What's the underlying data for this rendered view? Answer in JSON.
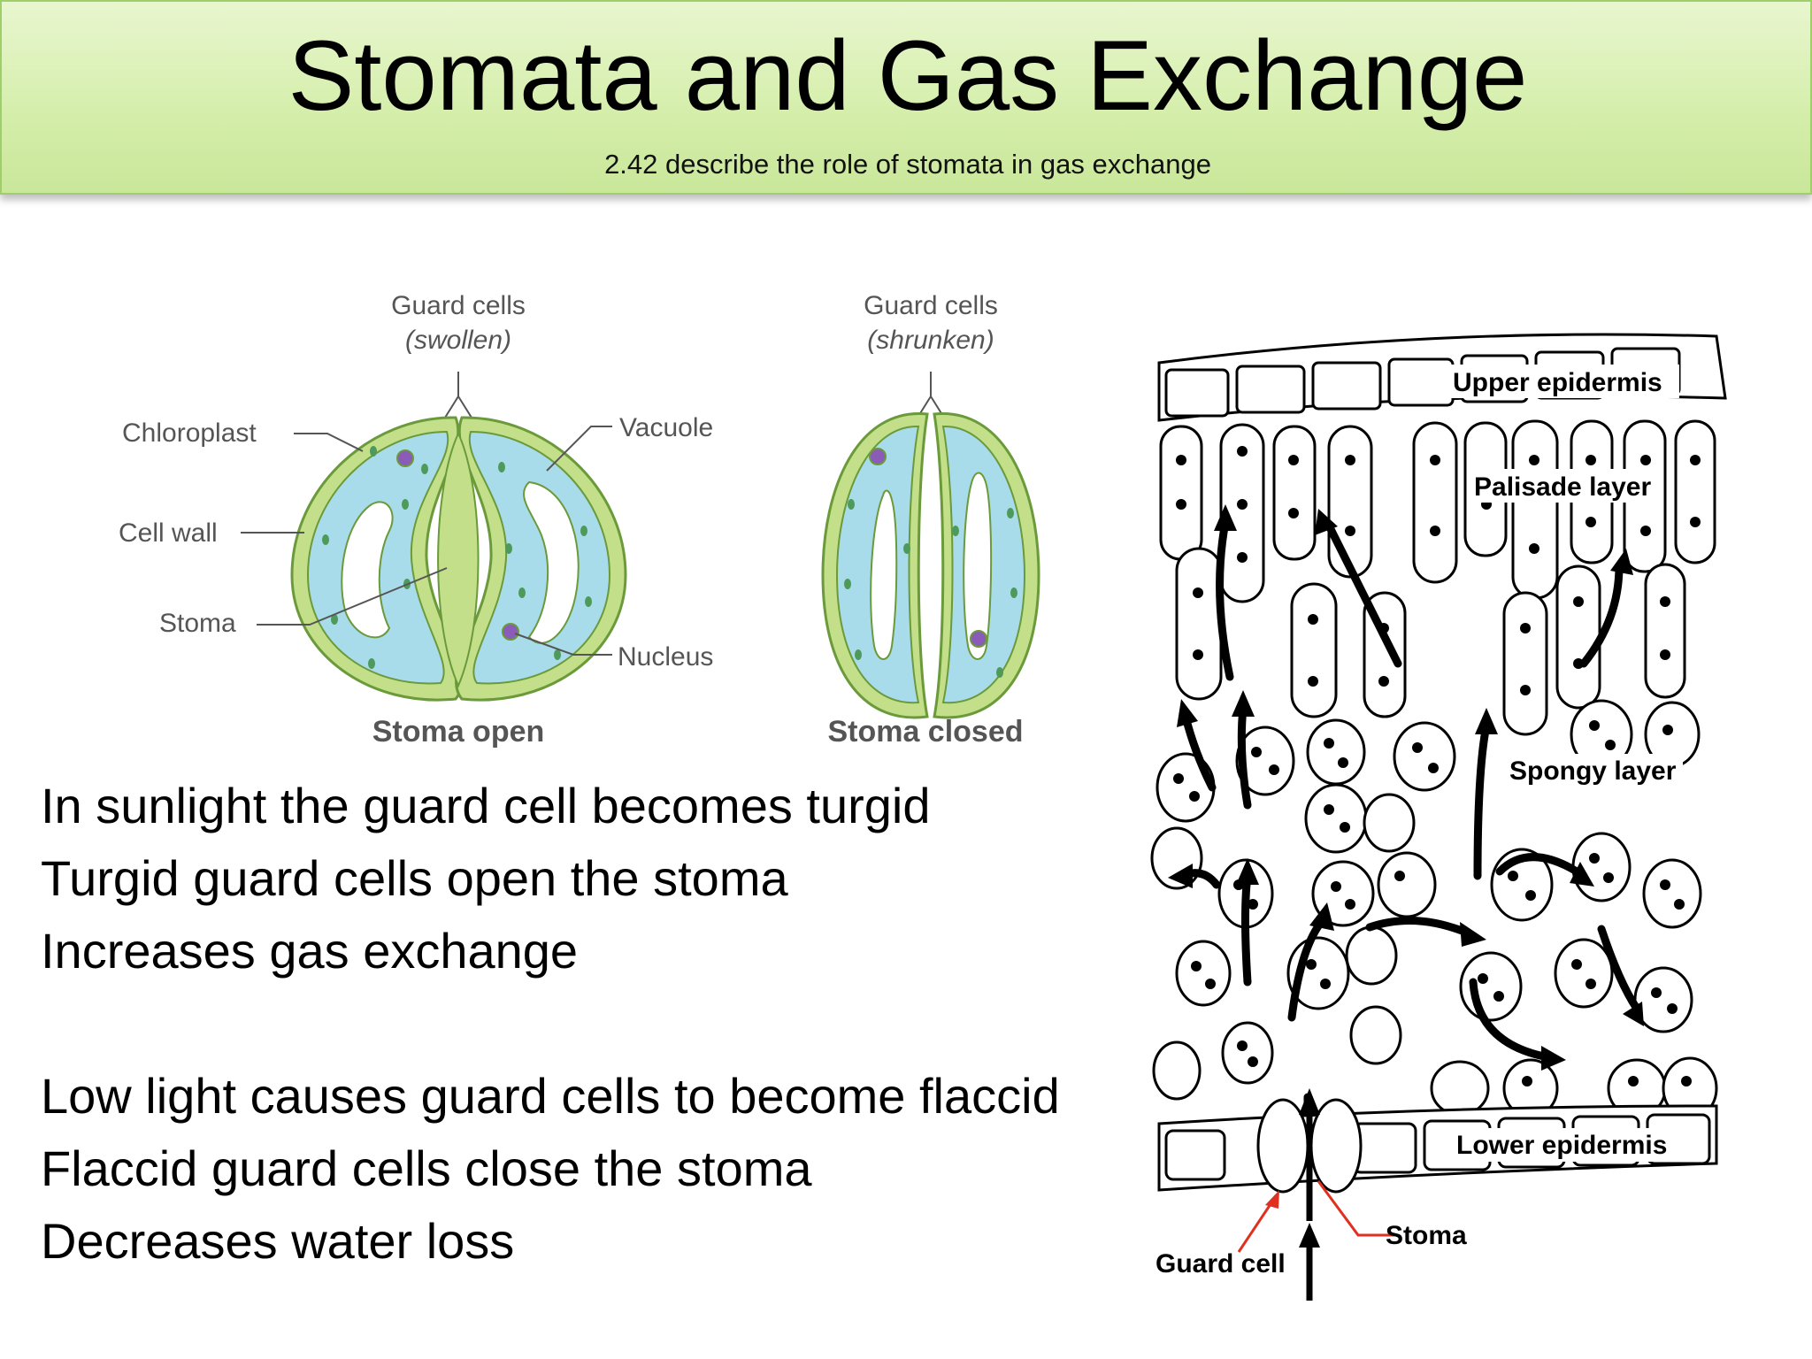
{
  "slide": {
    "title": "Stomata and Gas Exchange",
    "subtitle": "2.42 describe the role of stomata in gas exchange"
  },
  "stoma_figure": {
    "open": {
      "header_line1": "Guard cells",
      "header_line2": "(swollen)",
      "caption": "Stoma open",
      "labels": {
        "chloroplast": "Chloroplast",
        "cell_wall": "Cell wall",
        "stoma": "Stoma",
        "vacuole": "Vacuole",
        "nucleus": "Nucleus"
      }
    },
    "closed": {
      "header_line1": "Guard cells",
      "header_line2": "(shrunken)",
      "caption": "Stoma closed"
    },
    "colors": {
      "cytoplasm": "#a9dcea",
      "wall": "#c4df8a",
      "outline": "#6a9a3a",
      "nucleus": "#8a5cb8",
      "chloroplast": "#4e9a5a"
    }
  },
  "leaf_figure": {
    "labels": {
      "upper_epidermis": "Upper epidermis",
      "palisade_layer": "Palisade layer",
      "spongy_layer": "Spongy layer",
      "lower_epidermis": "Lower epidermis",
      "guard_cell": "Guard cell",
      "stoma": "Stoma"
    },
    "pointer_color": "#e03020"
  },
  "text_block": {
    "lines": [
      "In sunlight the guard cell becomes turgid",
      "Turgid guard cells open the stoma",
      "Increases gas exchange",
      "Low light causes guard cells to become flaccid",
      "Flaccid guard cells close the stoma",
      "Decreases water loss"
    ]
  }
}
